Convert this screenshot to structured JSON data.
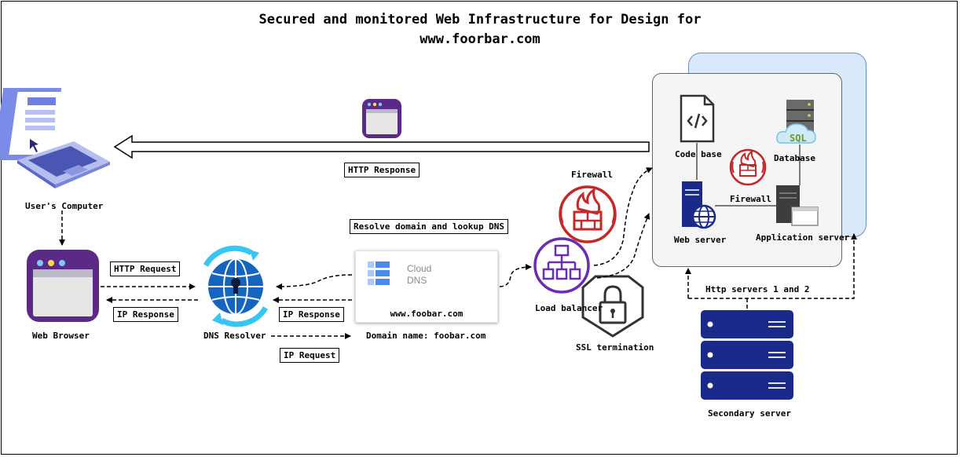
{
  "title_line1": "Secured and monitored Web Infrastructure for Design for",
  "title_line2": "www.foorbar.com",
  "labels": {
    "users_computer": "User's Computer",
    "web_browser": "Web Browser",
    "dns_resolver": "DNS Resolver",
    "domain_name": "Domain name: foobar.com",
    "load_balancer": "Load balancer",
    "ssl_termination": "SSL termination",
    "firewall_top": "Firewall",
    "code_base": "Code base",
    "database": "Database",
    "firewall_inner": "Firewall",
    "web_server": "Web server",
    "application_server": "Application server",
    "http_servers": "Http servers 1 and 2",
    "secondary_server": "Secondary server"
  },
  "boxes": {
    "http_response": "HTTP Response",
    "resolve_domain": "Resolve domain and lookup DNS",
    "http_request": "HTTP Request",
    "ip_response_left": "IP Response",
    "ip_response_mid": "IP Response",
    "ip_request": "IP Request"
  },
  "cloud_dns": {
    "line1": "Cloud",
    "line2": "DNS",
    "domain": "www.foobar.com"
  },
  "database_badge": "SQL",
  "colors": {
    "purple": "#5b2a86",
    "firewall_red": "#c62828",
    "navy": "#1a2a8a",
    "globe_blue": "#1565c0",
    "cluster_blue": "#dae8fc",
    "cloud_blue": "#4a8ae8"
  },
  "icons": [
    "laptop-icon",
    "browser-window-icon",
    "dns-globe-icon",
    "cloud-dns-icon",
    "load-balancer-icon",
    "firewall-icon",
    "shield-lock-icon",
    "code-file-icon",
    "database-server-icon",
    "web-server-icon",
    "app-server-icon",
    "secondary-server-icon"
  ]
}
